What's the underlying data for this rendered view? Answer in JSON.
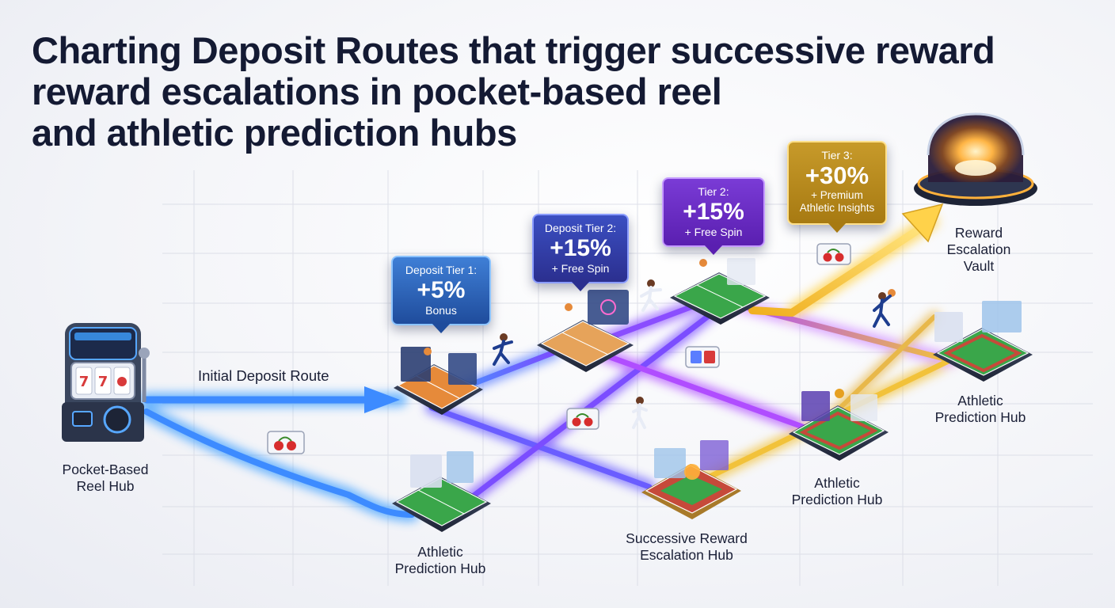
{
  "title": {
    "line1": "Charting Deposit Routes that trigger successive reward",
    "line2": "reward escalations in pocket-based reel",
    "line3": "and athletic prediction hubs"
  },
  "labels": {
    "reel_hub": [
      "Pocket-Based",
      "Reel Hub"
    ],
    "initial_route": "Initial Deposit Route",
    "hub_bottom": [
      "Athletic",
      "Prediction Hub"
    ],
    "hub_escalation": [
      "Successive Reward",
      "Escalation Hub"
    ],
    "hub_middle": [
      "Athletic",
      "Prediction Hub"
    ],
    "hub_right": [
      "Athletic",
      "Prediction Hub"
    ],
    "vault": [
      "Reward",
      "Escalation",
      "Vault"
    ]
  },
  "callouts": {
    "tier1": {
      "head": "Deposit Tier 1:",
      "big": "+5%",
      "sub": "Bonus"
    },
    "tier2": {
      "head": "Deposit Tier 2:",
      "big": "+15%",
      "sub": "+ Free Spin"
    },
    "tier3": {
      "head": "Tier 2:",
      "big": "+15%",
      "sub": "+ Free Spin"
    },
    "tier4": {
      "head": "Tier 3:",
      "big": "+30%",
      "sub1": "+ Premium",
      "sub2": "Athletic Insights"
    }
  },
  "colors": {
    "title": "#141a33",
    "route_blue": "#3d8bff",
    "route_violet": "#7b4dff",
    "route_purple": "#b04dff",
    "route_gold": "#f2c23a",
    "hub_green": "#2e9e3f",
    "court_orange": "#e68a3a"
  },
  "icons": [
    "slot-machine-icon",
    "cherry-icon",
    "athlete-icon",
    "basketball-hoop-icon",
    "vault-dome-icon"
  ]
}
